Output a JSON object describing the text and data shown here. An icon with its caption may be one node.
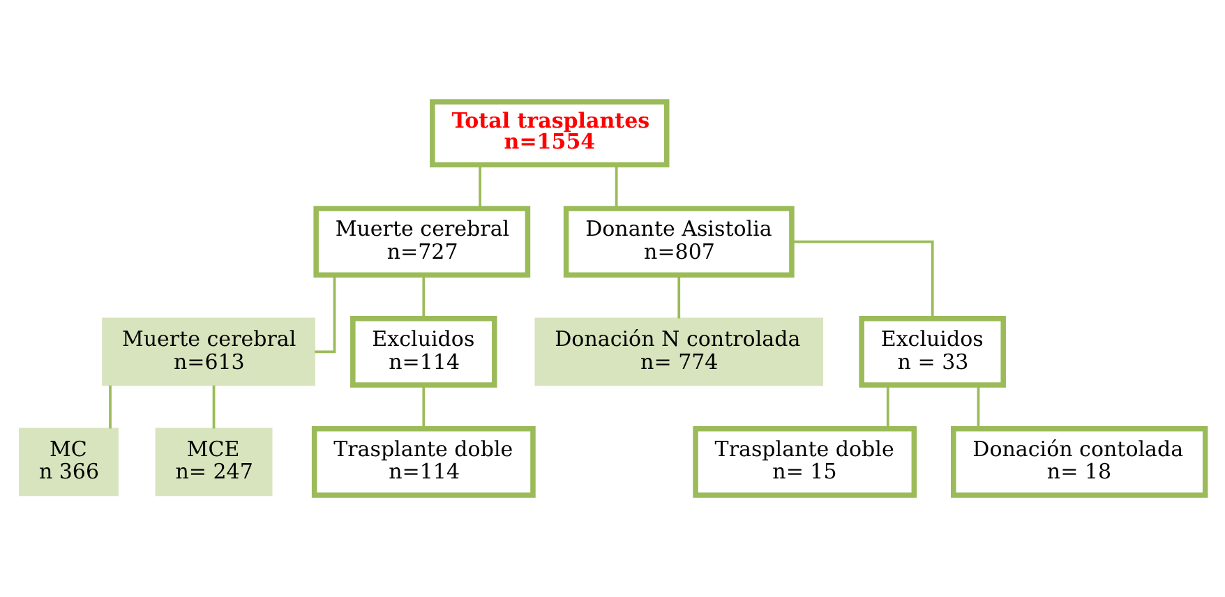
{
  "diagram": {
    "nodes": [
      {
        "text": [
          "Total trasplantes",
          "n=1554"
        ]
      },
      {
        "text": [
          "Muerte cerebral",
          "n=727"
        ]
      },
      {
        "text": [
          "Donante Asistolia",
          "n=807"
        ]
      },
      {
        "text": [
          "Muerte cerebral",
          "n=613"
        ]
      },
      {
        "text": [
          "Excluidos",
          "n=114"
        ]
      },
      {
        "text": [
          "Donación N controlada",
          "n= 774"
        ]
      },
      {
        "text": [
          "Excluidos",
          "n = 33"
        ]
      },
      {
        "text": [
          "MC",
          "n 366"
        ]
      },
      {
        "text": [
          "MCE",
          "n= 247"
        ]
      },
      {
        "text": [
          "Trasplante doble",
          "n=114"
        ]
      },
      {
        "text": [
          "Trasplante doble",
          "n= 15"
        ]
      },
      {
        "text": [
          "Donación contolada",
          "n= 18"
        ]
      }
    ],
    "edges": [
      {
        "from": 0,
        "to": 1,
        "arrow": "none"
      },
      {
        "from": 0,
        "to": 2,
        "arrow": "none"
      },
      {
        "from": 1,
        "to": 3,
        "arrow": "none"
      },
      {
        "from": 1,
        "to": 4,
        "arrow": "none"
      },
      {
        "from": 2,
        "to": 5,
        "arrow": "none"
      },
      {
        "from": 2,
        "to": 6,
        "arrow": "none"
      },
      {
        "from": 3,
        "to": 7,
        "arrow": "none"
      },
      {
        "from": 3,
        "to": 8,
        "arrow": "none"
      },
      {
        "from": 4,
        "to": 9,
        "arrow": "none"
      },
      {
        "from": 6,
        "to": 10,
        "arrow": "none"
      },
      {
        "from": 6,
        "to": 11,
        "arrow": "none"
      }
    ]
  }
}
